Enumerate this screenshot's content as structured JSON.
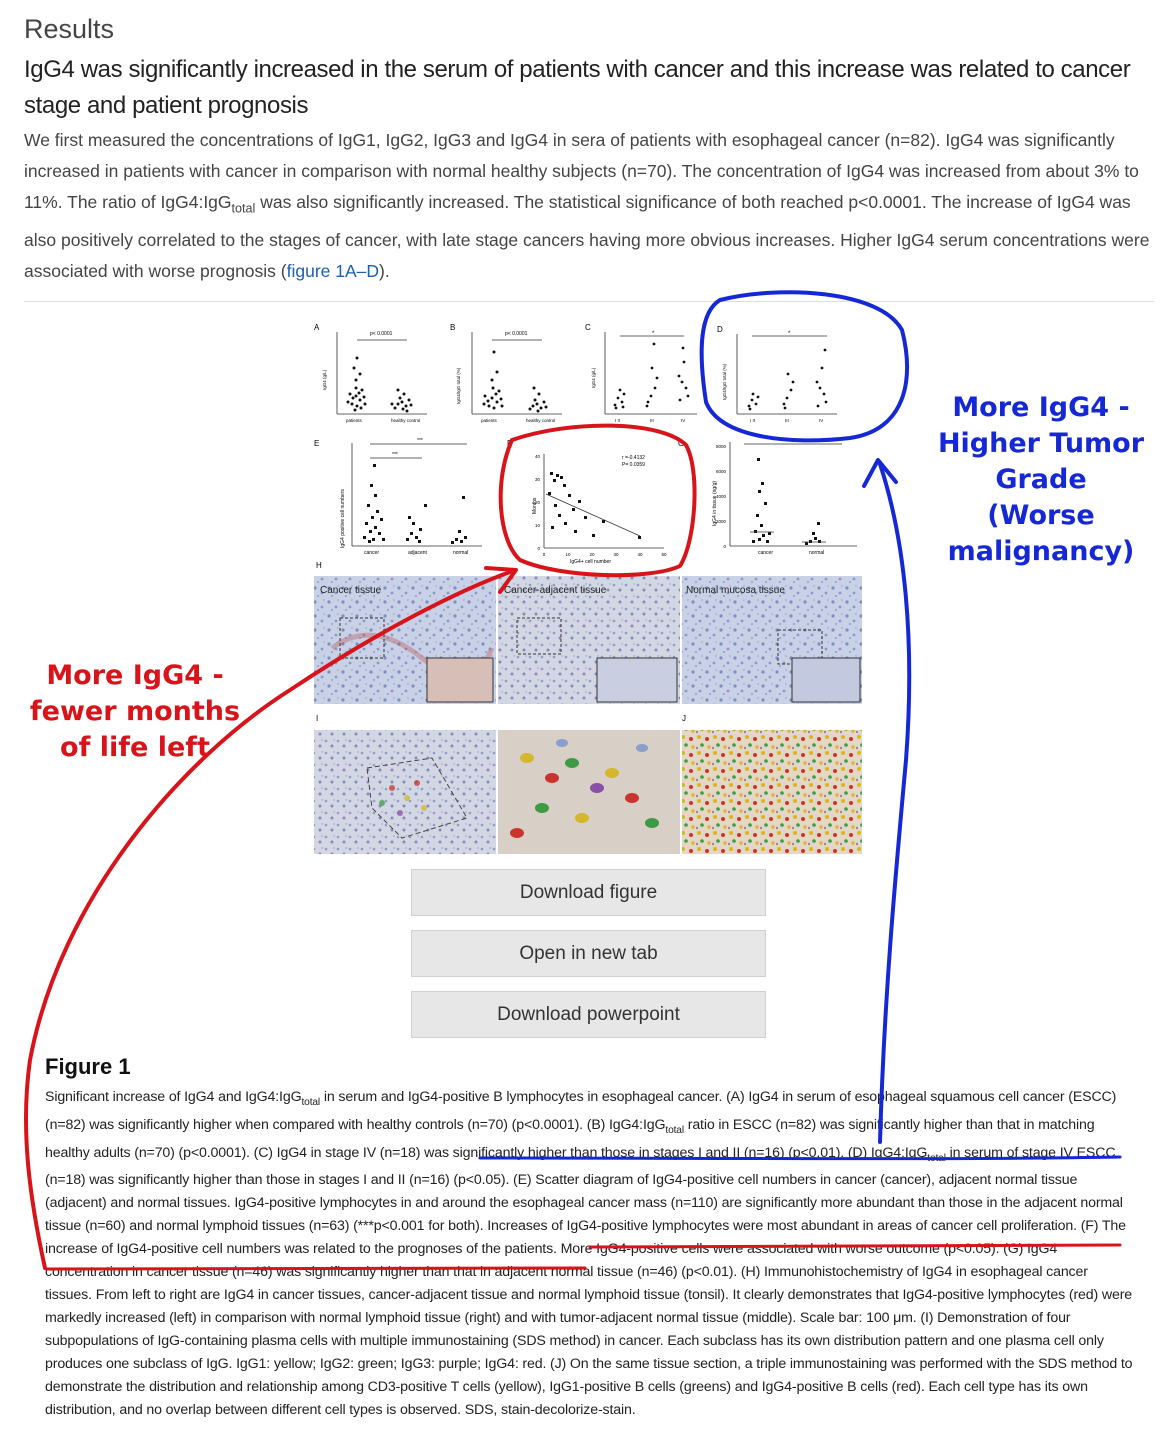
{
  "results_heading": "Results",
  "subheading": "IgG4 was significantly increased in the serum of patients with cancer and this increase was related to cancer stage and patient prognosis",
  "body": {
    "part1": "We first measured the concentrations of IgG1, IgG2, IgG3 and IgG4 in sera of patients with esophageal cancer (n=82). IgG4 was significantly increased in patients with cancer in comparison with normal healthy subjects (n=70). The concentration of IgG4 was increased from about 3% to 11%. The ratio of IgG4:IgG",
    "sub": "total",
    "part2": " was also significantly increased. The statistical significance of both reached p<0.0001. The increase of IgG4 was also positively correlated to the stages of cancer, with late stage cancers having more obvious increases. Higher IgG4 serum concentrations were associated with worse prognosis (",
    "link": "figure 1A–D",
    "part3": ")."
  },
  "figure": {
    "panel_labels": [
      "A",
      "B",
      "C",
      "D",
      "E",
      "F",
      "G",
      "H",
      "I",
      "J"
    ],
    "pvalue_a": "p< 0.0001",
    "pvalue_b": "p< 0.0001",
    "star": "*",
    "stars3": "***",
    "ab_x": [
      "patients",
      "healthy control"
    ],
    "cd_x": [
      "I II",
      "III",
      "IV"
    ],
    "e_x": [
      "cancer",
      "adjacent",
      "normal"
    ],
    "g_x": [
      "cancer",
      "normal"
    ],
    "ylabels": {
      "a": "IgG4 (g/L)",
      "b": "IgG4/IgG total (%)",
      "c": "IgG4 (g/L)",
      "d": "IgG4/IgG total (%)",
      "e": "IgG4 positive cell numbers",
      "f": "Months",
      "g": "IgG4 in tissue (ng/g)"
    },
    "f_stats": [
      "r =-0.4132",
      "P= 0.0359"
    ],
    "f_xlabel": "IgG4+ cell number",
    "f_xticks": [
      "0",
      "10",
      "20",
      "30",
      "40",
      "50"
    ],
    "f_yticks": [
      "0",
      "10",
      "20",
      "30",
      "40"
    ],
    "g_yticks": [
      "0",
      "2000",
      "4000",
      "6000",
      "8000"
    ],
    "h_labels": [
      "Cancer tissue",
      "Cancer-adjacent tissue",
      "Normal mucosa tissue"
    ]
  },
  "buttons": {
    "download_figure": "Download figure",
    "open_new_tab": "Open in new tab",
    "download_powerpoint": "Download powerpoint"
  },
  "figure_title": "Figure 1",
  "caption": {
    "c1": "Significant increase of IgG4 and IgG4:IgG",
    "s1": "total",
    "c2": " in serum and IgG4-positive B lymphocytes in esophageal cancer. (A) IgG4 in serum of esophageal squamous cell cancer (ESCC) (n=82) was significantly higher when compared with healthy controls (n=70) (p<0.0001). (B) IgG4:IgG",
    "s2": "total",
    "c3": " ratio in ESCC (n=82) was significantly higher than that in matching healthy adults (n=70) (p<0.0001). (C) IgG4 in stage IV (n=18) was significantly higher than those in stages I and II (n=16) (p<0.01). (D) IgG4:IgG",
    "s3": "total",
    "c4": " in serum of stage IV ESCC (n=18) was significantly higher than those in stages I and II (n=16) (p<0.05). (E) Scatter diagram of IgG4-positive cell numbers in cancer (cancer), adjacent normal tissue (adjacent) and normal tissues. IgG4-positive lymphocytes in and around the esophageal cancer mass (n=110) are significantly more abundant than those in the adjacent normal tissue (n=60) and normal lymphoid tissues (n=63) (***p<0.001 for both). Increases of IgG4-positive lymphocytes were most abundant in areas of cancer cell proliferation. (F) The increase of IgG4-positive cell numbers was related to the prognoses of the patients. More IgG4-positive cells were associated with worse outcome (p<0.05). (G) IgG4 concentration in cancer tissue (n=46) was significantly higher than that in adjacent normal tissue (n=46) (p<0.01). (H) Immunohistochemistry of IgG4 in esophageal cancer tissues. From left to right are IgG4 in cancer tissues, cancer-adjacent tissue and normal lymphoid tissue (tonsil). It clearly demonstrates that IgG4-positive lymphocytes (red) were markedly increased (left) in comparison with normal lymphoid tissue (right) and with tumor-adjacent normal tissue (middle). Scale bar: 100 μm. (I) Demonstration of four subpopulations of IgG-containing plasma cells with multiple immunostaining (SDS method) in cancer. Each subclass has its own distribution pattern and one plasma cell only produces one subclass of IgG. IgG1: yellow; IgG2: green; IgG3: purple; IgG4: red. (J) On the same tissue section, a triple immunostaining was performed with the SDS method to demonstrate the distribution and relationship among CD3-positive T cells (yellow), IgG1-positive B cells (greens) and IgG4-positive B cells (red). Each cell type has its own distribution, and no overlap between different cell types is observed. SDS, stain-decolorize-stain."
  },
  "annotations": {
    "blue": [
      "More IgG4 -",
      "Higher Tumor",
      "Grade",
      "(Worse",
      "malignancy)"
    ],
    "red": [
      "More IgG4 -",
      "fewer months",
      "of life left"
    ],
    "blue_color": "#1528d6",
    "red_color": "#d8141a"
  }
}
